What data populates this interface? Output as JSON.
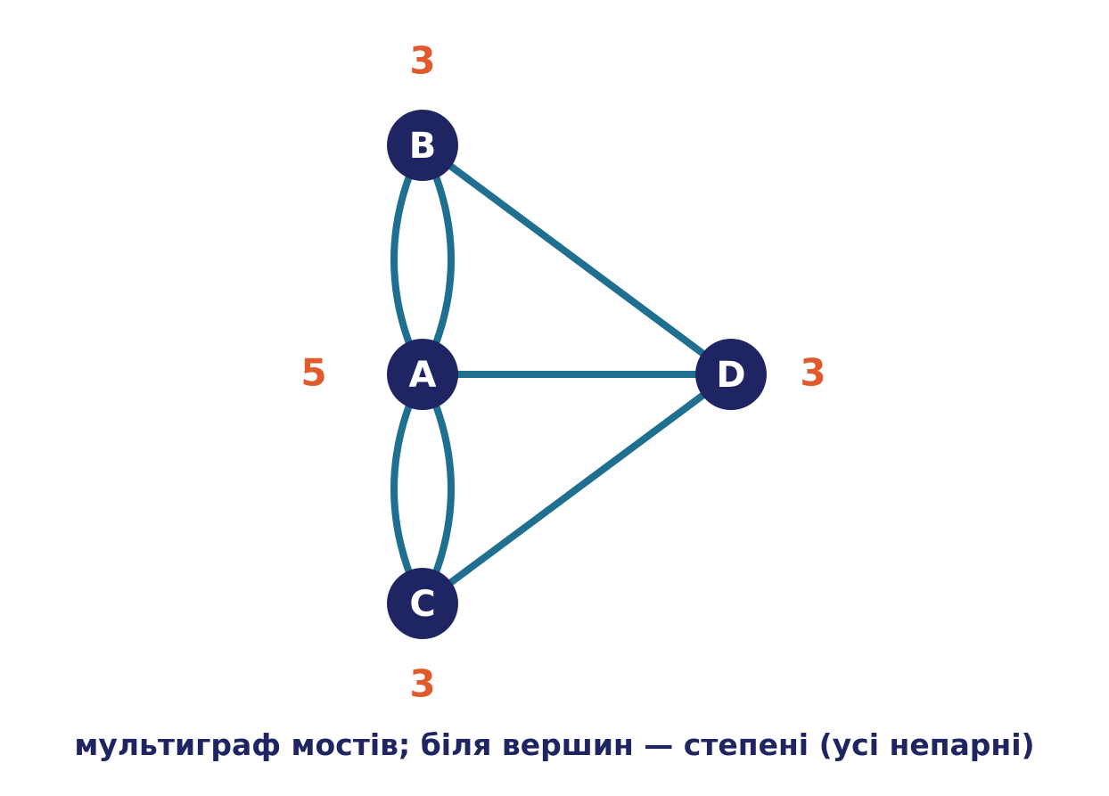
{
  "caption": "мультиграф мостів; біля вершин — степені (усі непарні)",
  "colors": {
    "node": "#1f2562",
    "edge": "#1f7090",
    "degree": "#e05a2b",
    "caption": "#1f2562",
    "node_text": "#ffffff"
  },
  "nodes": [
    {
      "id": "B",
      "label": "B",
      "degree": "3"
    },
    {
      "id": "A",
      "label": "A",
      "degree": "5"
    },
    {
      "id": "D",
      "label": "D",
      "degree": "3"
    },
    {
      "id": "C",
      "label": "C",
      "degree": "3"
    }
  ],
  "edges": [
    {
      "from": "A",
      "to": "B",
      "curve": "left"
    },
    {
      "from": "A",
      "to": "B",
      "curve": "right"
    },
    {
      "from": "A",
      "to": "C",
      "curve": "left"
    },
    {
      "from": "A",
      "to": "C",
      "curve": "right"
    },
    {
      "from": "A",
      "to": "D",
      "curve": "straight"
    },
    {
      "from": "B",
      "to": "D",
      "curve": "straight"
    },
    {
      "from": "C",
      "to": "D",
      "curve": "straight"
    }
  ]
}
